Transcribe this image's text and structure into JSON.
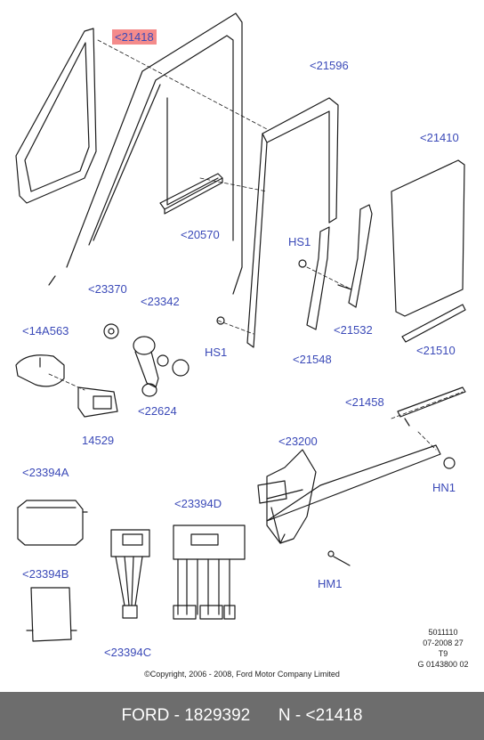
{
  "labels": {
    "p21418": "<21418",
    "p21596": "<21596",
    "p21410": "<21410",
    "p20570": "<20570",
    "hs1_top": "HS1",
    "p23370": "<23370",
    "p23342": "<23342",
    "p14a563": "<14A563",
    "hs1_bottom": "HS1",
    "p21548": "<21548",
    "p21532": "<21532",
    "p21510": "<21510",
    "p21458": "<21458",
    "p22624": "<22624",
    "p14529": "14529",
    "p23200": "<23200",
    "hn1": "HN1",
    "p23394a": "<23394A",
    "p23394d": "<23394D",
    "hm1": "HM1",
    "p23394b": "<23394B",
    "p23394c": "<23394C"
  },
  "meta": {
    "line1": "5011110",
    "line2": "07-2008 27",
    "line3": "T9",
    "line4": "G 0143800 02"
  },
  "copyright": "©Copyright, 2006 - 2008, Ford Motor Company Limited",
  "footer": {
    "brand_part": "FORD - 1829392",
    "n_part": "N - <21418"
  }
}
